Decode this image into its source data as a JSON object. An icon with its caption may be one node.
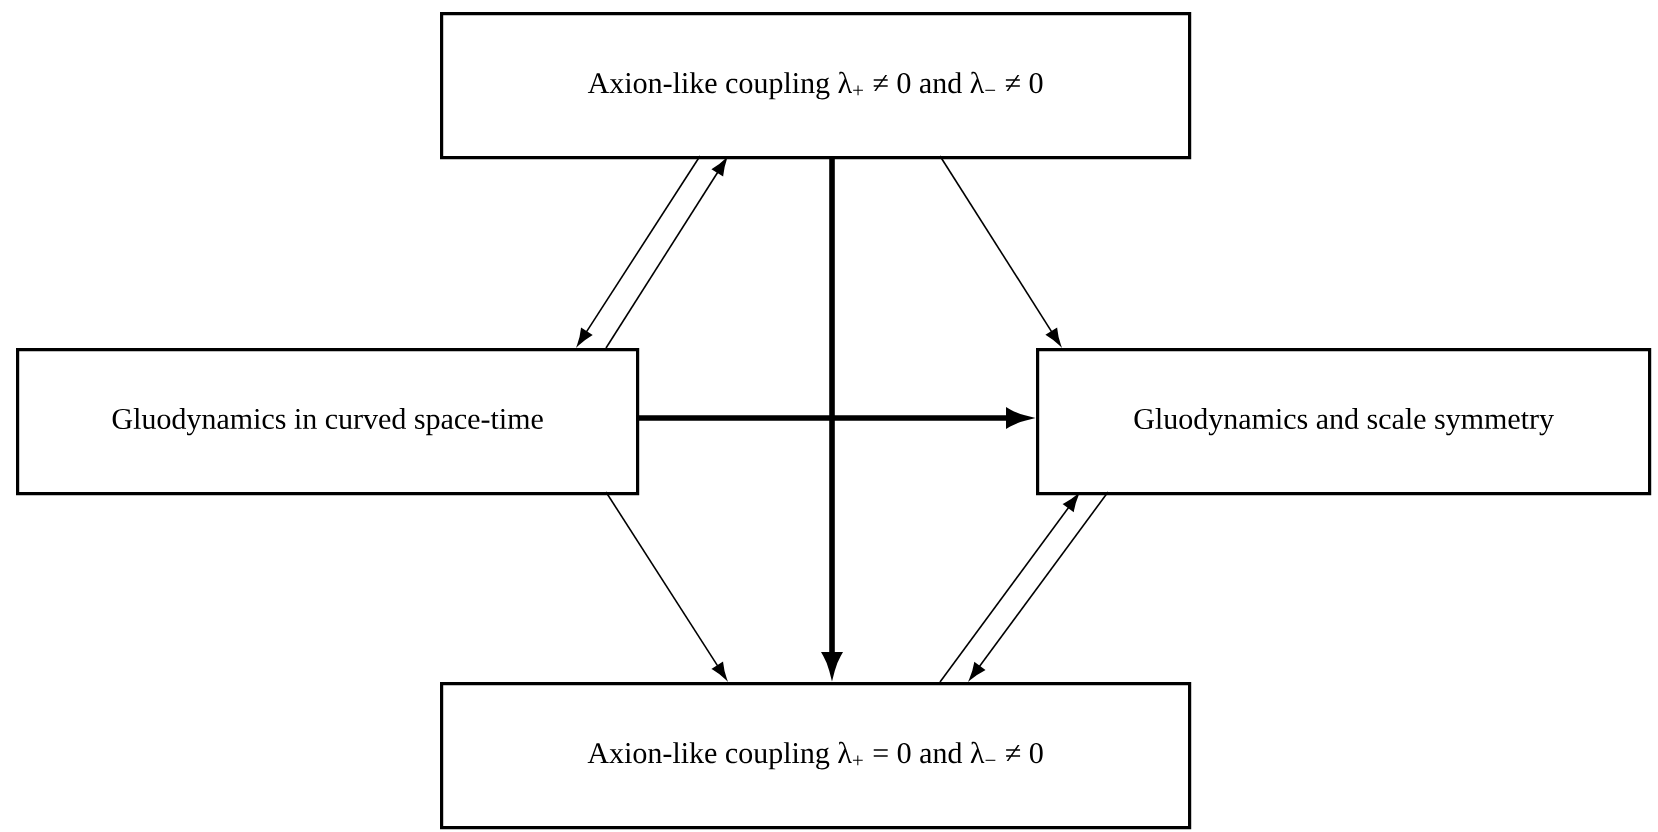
{
  "diagram": {
    "nodes": [
      {
        "text": [
          "Axion-like coupling λ$_{+}$ ≠ 0 and λ$_{−}$ ≠ 0"
        ]
      },
      {
        "text": [
          "Gluodynamics in curved space-time"
        ]
      },
      {
        "text": [
          "Gluodynamics and scale symmetry"
        ]
      },
      {
        "text": [
          "Axion-like coupling λ$_{+}$ = 0 and λ$_{−}$ ≠ 0"
        ]
      }
    ],
    "edges": [
      {
        "from": 0,
        "to": 1,
        "arrow": "to"
      },
      {
        "from": 1,
        "to": 0,
        "arrow": "to"
      },
      {
        "from": 0,
        "to": 2,
        "arrow": "to"
      },
      {
        "from": 0,
        "to": 3,
        "arrow": "to",
        "style": "thick"
      },
      {
        "from": 1,
        "to": 2,
        "arrow": "to",
        "style": "thick"
      },
      {
        "from": 1,
        "to": 3,
        "arrow": "to"
      },
      {
        "from": 3,
        "to": 2,
        "arrow": "to"
      },
      {
        "from": 2,
        "to": 3,
        "arrow": "to"
      }
    ]
  }
}
